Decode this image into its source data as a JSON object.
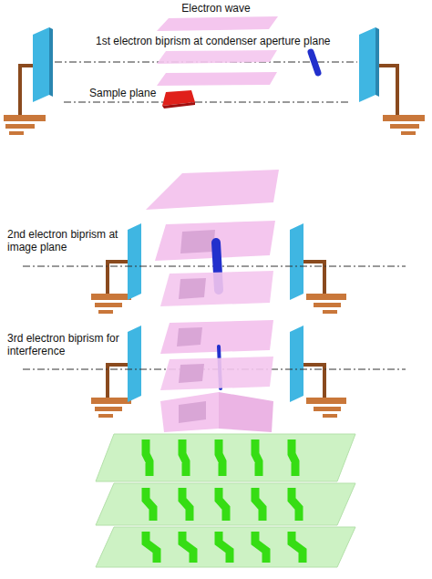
{
  "diagram": {
    "labels": [
      "Electron wave",
      "1st electron biprism at condenser aperture plane",
      "Sample plane",
      "2nd electron biprism at image plane",
      "3rd electron biprism for interference"
    ]
  }
}
